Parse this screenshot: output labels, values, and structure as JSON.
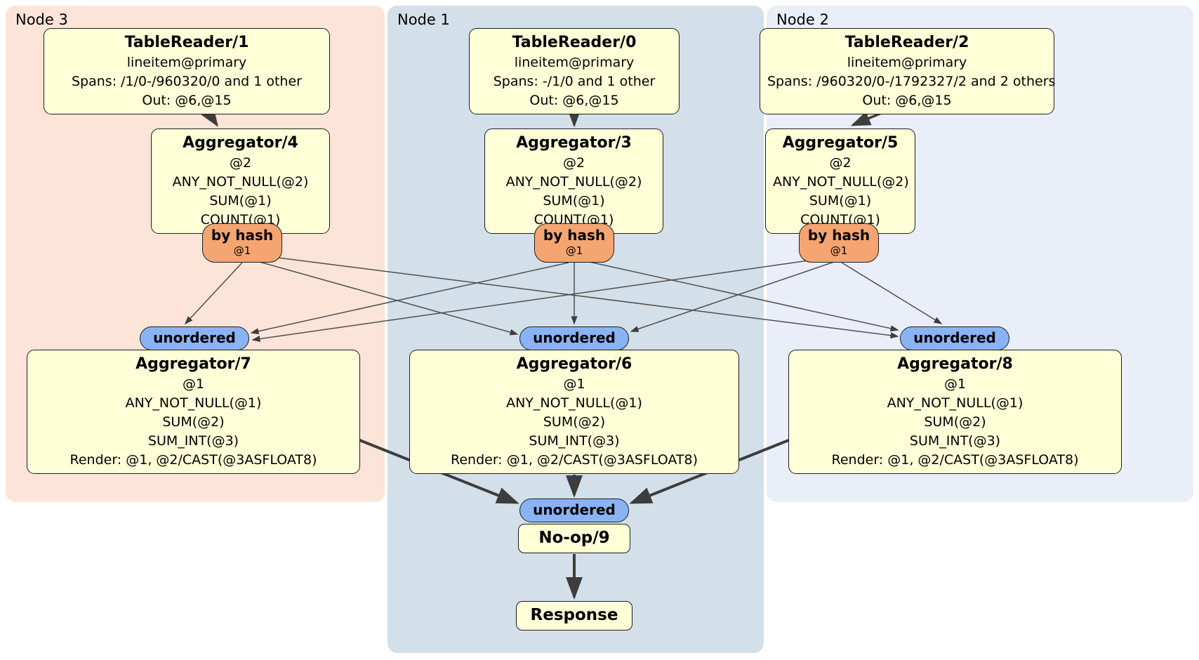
{
  "regions": {
    "node3": {
      "label": "Node 3",
      "bg": "#fce4d8"
    },
    "node1": {
      "label": "Node 1",
      "bg": "#d3e0e9"
    },
    "node2": {
      "label": "Node 2",
      "bg": "#e9eef8"
    }
  },
  "colors": {
    "processor_fill": "#ffffd8",
    "router_fill": "#f5a571",
    "sync_fill": "#8ab3f5",
    "edge": "#3d3d3d"
  },
  "processors": {
    "tr1": {
      "title": "TableReader/1",
      "lines": [
        "lineitem@primary",
        "Spans: /1/0-/960320/0 and 1 other",
        "Out: @6,@15"
      ]
    },
    "tr0": {
      "title": "TableReader/0",
      "lines": [
        "lineitem@primary",
        "Spans: -/1/0 and 1 other",
        "Out: @6,@15"
      ]
    },
    "tr2": {
      "title": "TableReader/2",
      "lines": [
        "lineitem@primary",
        "Spans: /960320/0-/1792327/2 and 2 others",
        "Out: @6,@15"
      ]
    },
    "agg4": {
      "title": "Aggregator/4",
      "lines": [
        "@2",
        "ANY_NOT_NULL(@2)",
        "SUM(@1)",
        "COUNT(@1)"
      ]
    },
    "agg3": {
      "title": "Aggregator/3",
      "lines": [
        "@2",
        "ANY_NOT_NULL(@2)",
        "SUM(@1)",
        "COUNT(@1)"
      ]
    },
    "agg5": {
      "title": "Aggregator/5",
      "lines": [
        "@2",
        "ANY_NOT_NULL(@2)",
        "SUM(@1)",
        "COUNT(@1)"
      ]
    },
    "agg7": {
      "title": "Aggregator/7",
      "lines": [
        "@1",
        "ANY_NOT_NULL(@1)",
        "SUM(@2)",
        "SUM_INT(@3)",
        "Render: @1, @2/CAST(@3ASFLOAT8)"
      ]
    },
    "agg6": {
      "title": "Aggregator/6",
      "lines": [
        "@1",
        "ANY_NOT_NULL(@1)",
        "SUM(@2)",
        "SUM_INT(@3)",
        "Render: @1, @2/CAST(@3ASFLOAT8)"
      ]
    },
    "agg8": {
      "title": "Aggregator/8",
      "lines": [
        "@1",
        "ANY_NOT_NULL(@1)",
        "SUM(@2)",
        "SUM_INT(@3)",
        "Render: @1, @2/CAST(@3ASFLOAT8)"
      ]
    },
    "noop": {
      "title": "No-op/9"
    },
    "response": {
      "title": "Response"
    }
  },
  "routers": {
    "by_hash": {
      "label": "by hash",
      "sublabel": "@1"
    },
    "unordered": {
      "label": "unordered"
    }
  }
}
